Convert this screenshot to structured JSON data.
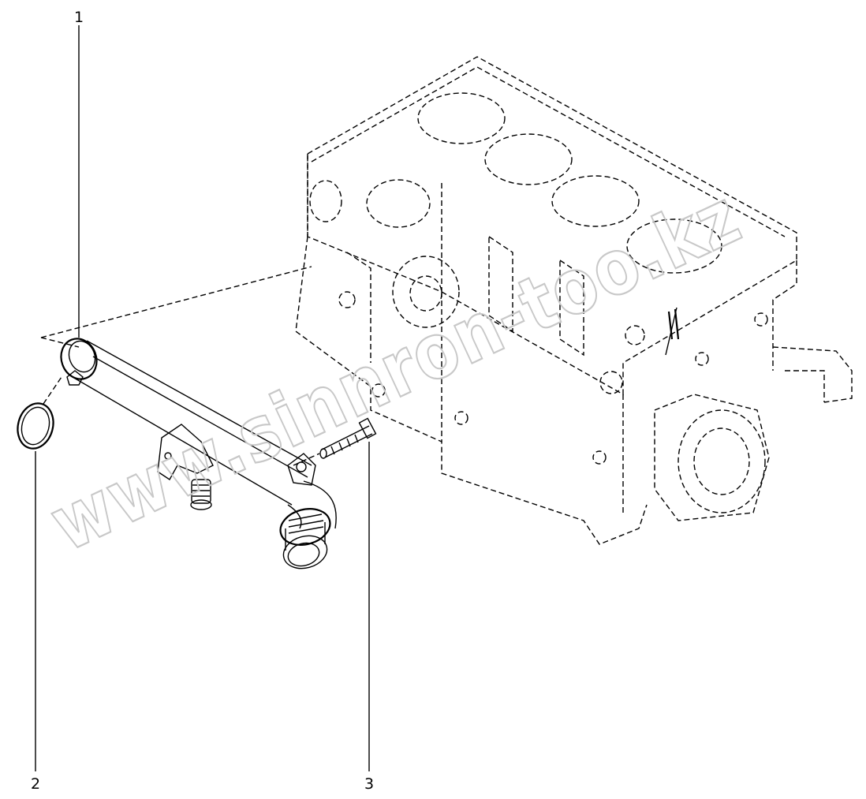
{
  "callouts": [
    {
      "id": "1",
      "label": "1"
    },
    {
      "id": "2",
      "label": "2"
    },
    {
      "id": "3",
      "label": "3"
    }
  ],
  "watermark": {
    "text": "www.sinnron-too.kz",
    "color": "#c8c8c8"
  },
  "colors": {
    "line": "#000000",
    "background": "#ffffff"
  }
}
